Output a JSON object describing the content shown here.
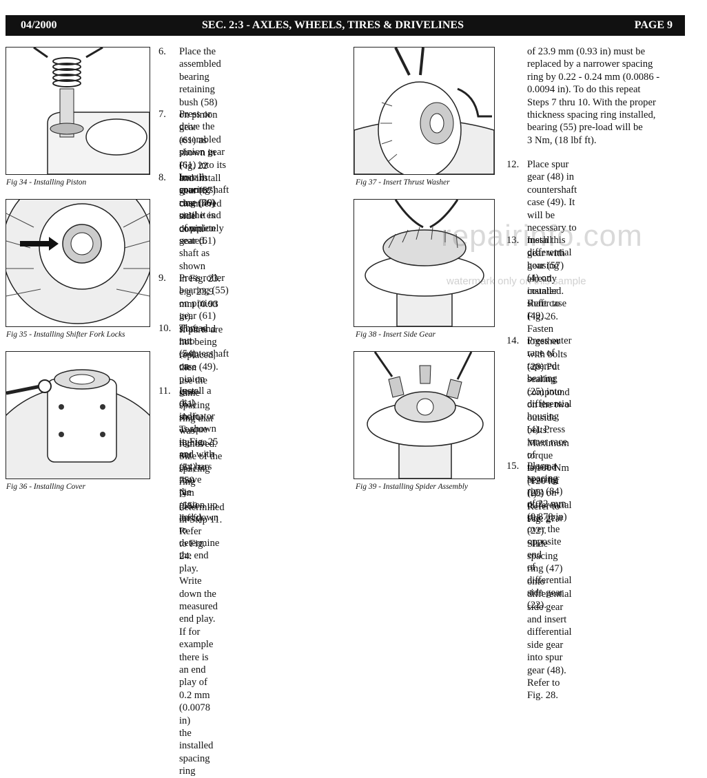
{
  "header": {
    "date": "04/2000",
    "section": "SEC. 2:3 - AXLES, WHEELS, TIRES & DRIVELINES",
    "page": "PAGE 9"
  },
  "figures": [
    {
      "caption": "Fig 34 - Installing Piston"
    },
    {
      "caption": "Fig 35 - Installing Shifter Fork Locks"
    },
    {
      "caption": "Fig 36 - Installing Cover"
    },
    {
      "caption": "Fig 37 - Insert Thrust Washer"
    },
    {
      "caption": "Fig 38 - Insert Side Gear"
    },
    {
      "caption": "Fig 39 - Installing Spider Assembly"
    }
  ],
  "steps": [
    {
      "num": "6.",
      "text": "Place the assembled bearing\nretaining bush (58) on pinion gear\n(61) as shown in Fig. 22 and install\ngear (57) chamfered side down."
    },
    {
      "num": "7.",
      "text": "Press or drive the assembled\npinion gear (61) into its bore in\ncountershaft case (49) until it is\ncompletely seated."
    },
    {
      "num": "8.",
      "text": "Install spacing ring (56) on the end\nof pinion gear (61) shaft as shown\nin Fig. 23. e.g. 23.9 mm (0.93 in).\nIf parts are not being replaced, then\nuse the same spacing ring that was\nremoved. Size of the spacing ring\nis determined in Step 11."
    },
    {
      "num": "9.",
      "text": "Press roller bearing (55) on pinion\ngear (61) shaft and into\ncountershaft case (49)."
    },
    {
      "num": "10.",
      "text": "Thread nut (54) on pinion gear (61)\nshaft. Torque tighten nut (54) to\n750 Nm (550 lbf ft).\nRefer to Fig. 24."
    },
    {
      "num": "11.",
      "text": "Install a dial indicator as shown\nin Fig. 25 and with pry bars move\nthe pinion up and down to\ndetermine the end play. Write\ndown the measured end play.\nIf for example there is an end\nplay of 0.2 mm (0.0078 in)\nthe installed spacing ring"
    }
  ],
  "continuation": "of 23.9 mm (0.93 in) must be\nreplaced by a narrower spacing\nring by 0.22 - 0.24 mm (0.0086 -\n0.0094 in). To do this repeat\nSteps 7 thru 10. With the proper\nthickness spacing ring installed,\nbearing (55) pre-load will be\n3 Nm, (18 lbf ft).",
  "steps_right": [
    {
      "num": "12.",
      "text": "Place spur gear (48) in\ncountershaft case (49). It will be\nnecessary to mesh this gear with\ngear (57) already installed.\nRefer to Fig. 26."
    },
    {
      "num": "13.",
      "text": "Install differential housing (4) on\ncounter shaft case (49). Fasten\ntogether with bolts (28).Put\nsealing compound on the two\noutside bolts. Maximum torque\nis 160 Nm (120 lbf ft).\nRefer to Fig. 27."
    },
    {
      "num": "14.",
      "text": "Press outer race of tapered\nbearing (25) into differential\nhousing (4). Press inner race of\ntapered bearing (25) on\ndifferential side gear (22).\nSlide spacing ring (47) onto\ndifferential side gear and insert\ndifferential side gear into spur\ngear (48). Refer to Fig. 28."
    },
    {
      "num": "15.",
      "text": "Place a spacing ring (84) of 22 mm\n(0.878 in) over the opposite end\nof differential side gear (22)."
    }
  ],
  "watermark": {
    "main": "repairinfo.com",
    "sub": "watermark only on this sample"
  }
}
